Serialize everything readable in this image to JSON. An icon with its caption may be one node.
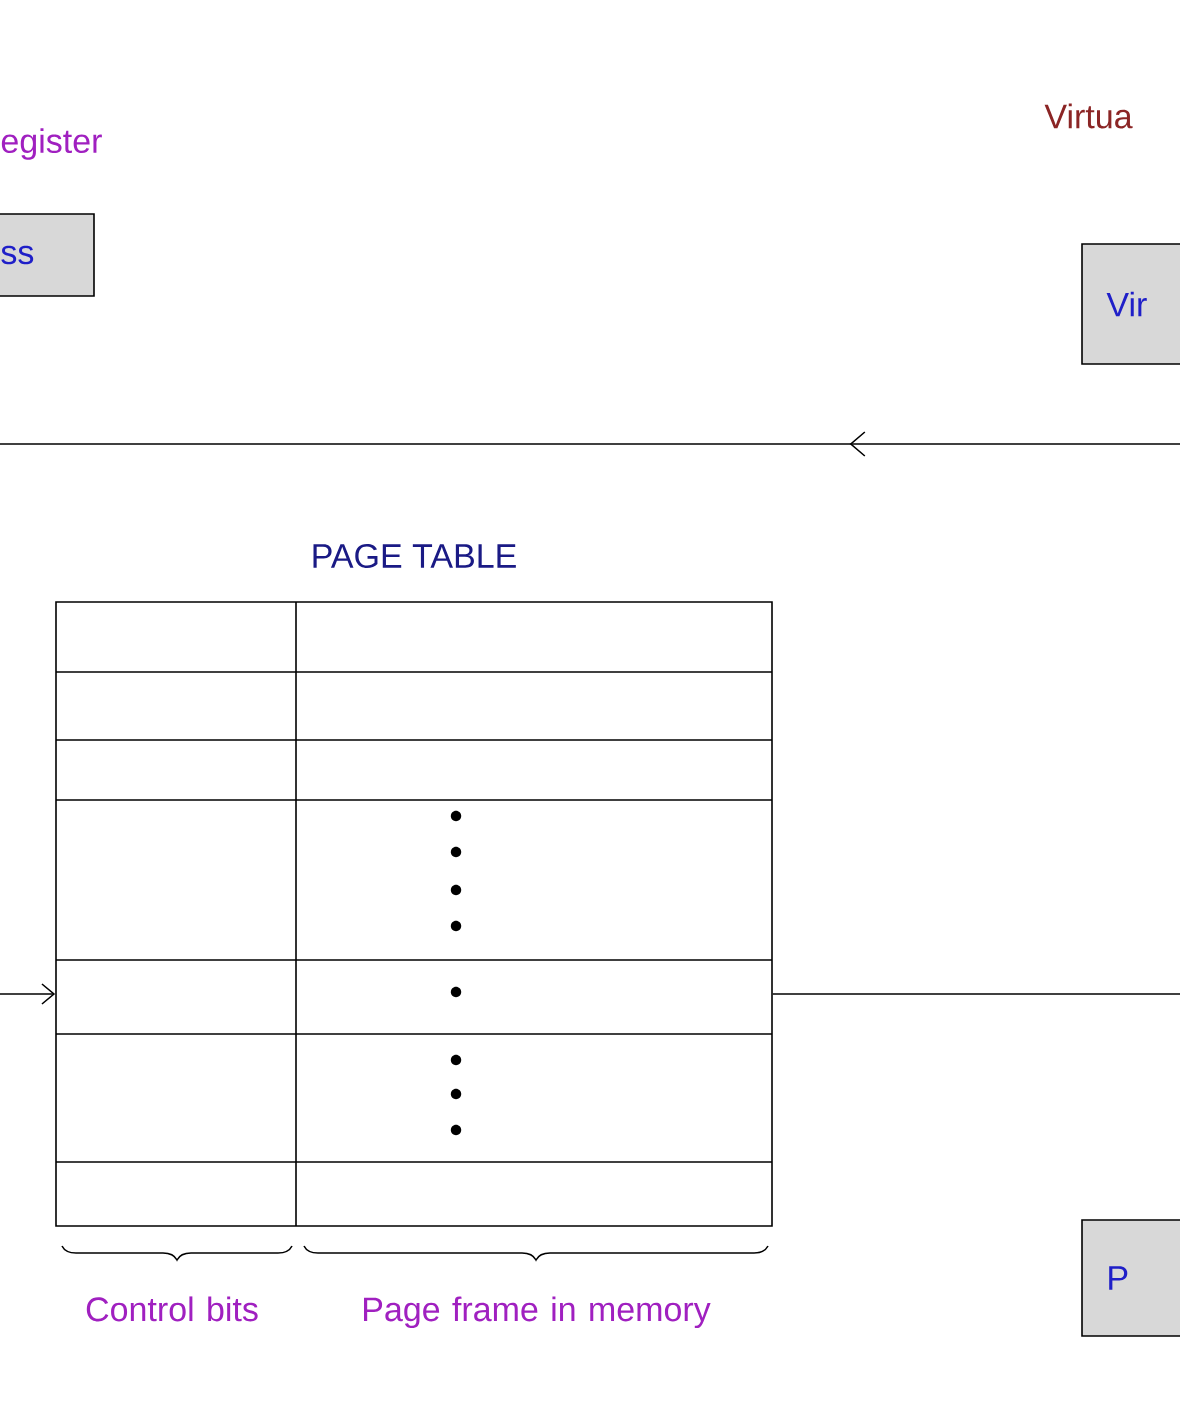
{
  "diagram": {
    "nodes": [
      {
        "text": [
          "ss"
        ]
      },
      {
        "text": [
          "Vir"
        ]
      },
      {
        "text": [
          "PAGE TABLE"
        ]
      },
      {
        "text": [
          "P"
        ]
      }
    ],
    "edges": [
      {
        "from": null,
        "to": 2,
        "arrow": "to"
      },
      {
        "from": 2,
        "to": null,
        "arrow": "none"
      }
    ],
    "labels": [
      "egister",
      "Virtua",
      "Control bits",
      "Page frame in memory"
    ]
  }
}
